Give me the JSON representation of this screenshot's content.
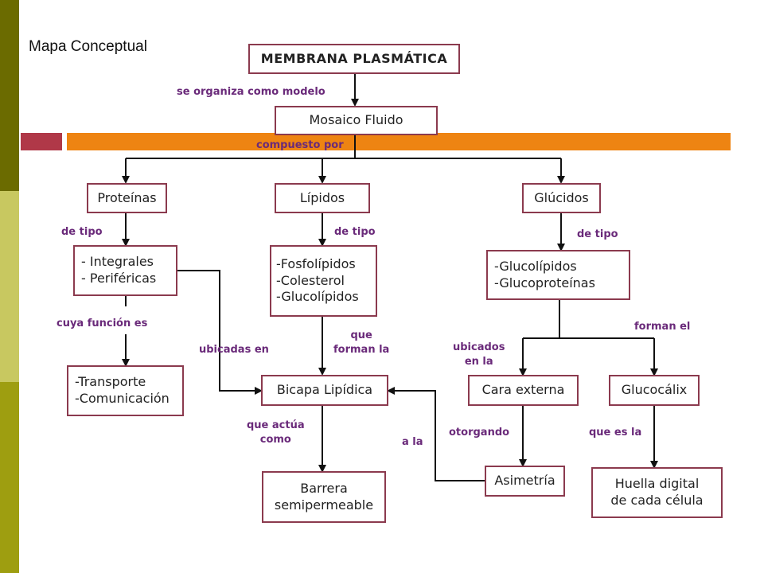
{
  "slide": {
    "title": "Mapa Conceptual"
  },
  "nodes": {
    "membrana": "MEMBRANA PLASMÁTICA",
    "mosaico": "Mosaico Fluido",
    "proteinas": "Proteínas",
    "lipidos": "Lípidos",
    "glucidos": "Glúcidos",
    "integrales": "- Integrales\n- Periféricas",
    "fosfolipidos": "-Fosfolípidos\n-Colesterol\n-Glucolípidos",
    "glucolipidos": "-Glucolípidos\n-Glucoproteínas",
    "transporte": "-Transporte\n-Comunicación",
    "bicapa": "Bicapa Lipídica",
    "cara": "Cara externa",
    "glucocalix": "Glucocálix",
    "barrera": "Barrera\nsemipermeable",
    "asimetria": "Asimetría",
    "huella": "Huella digital\nde cada célula"
  },
  "links": {
    "se_organiza": "se organiza como modelo",
    "compuesto": "compuesto por",
    "de_tipo_1": "de tipo",
    "de_tipo_2": "de tipo",
    "de_tipo_3": "de tipo",
    "cuya_funcion": "cuya función es",
    "ubicadas_en": "ubicadas en",
    "que_forman": "que\nforman la",
    "ubicados": "ubicados\nen la",
    "forman_el": "forman el",
    "que_actua": "que actúa\ncomo",
    "a_la": "a la",
    "otorgando": "otorgando",
    "que_es_la": "que es la"
  },
  "colors": {
    "box_border": "#8b3a4e",
    "link_text": "#6a2a7a",
    "accent_orange": "#ee8412",
    "accent_red": "#b03848"
  }
}
